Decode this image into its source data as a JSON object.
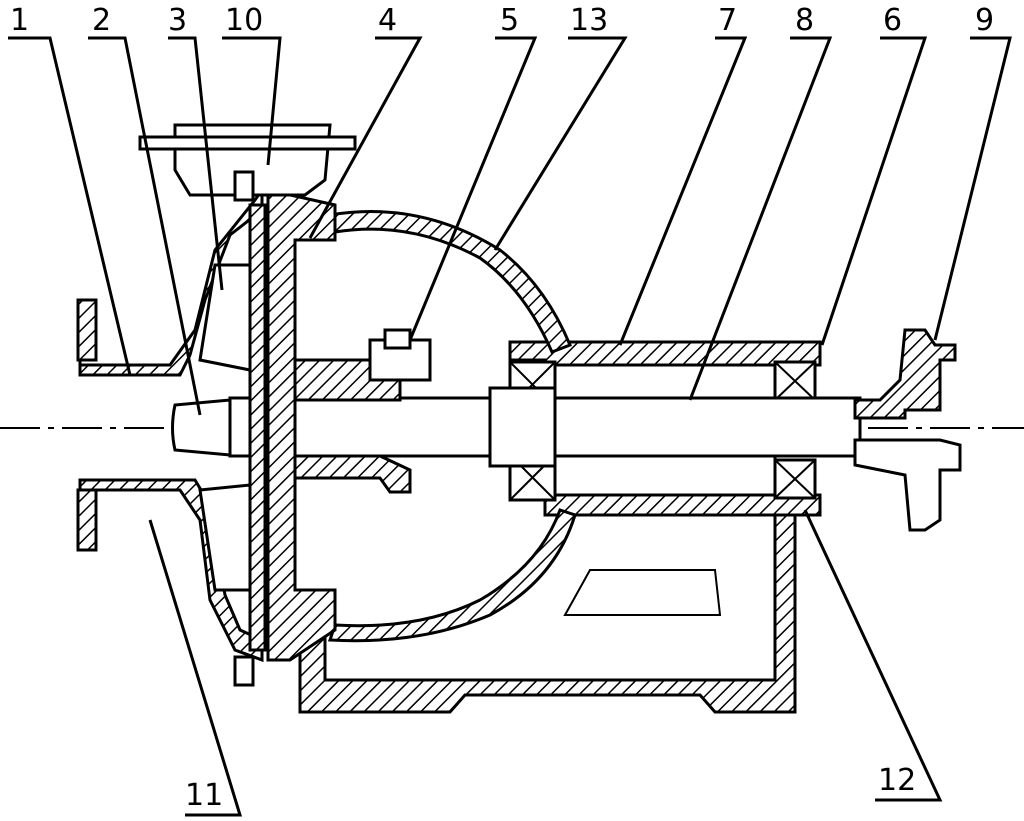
{
  "callouts": [
    {
      "id": "1",
      "label": "1"
    },
    {
      "id": "2",
      "label": "2"
    },
    {
      "id": "3",
      "label": "3"
    },
    {
      "id": "10",
      "label": "10"
    },
    {
      "id": "4",
      "label": "4"
    },
    {
      "id": "5",
      "label": "5"
    },
    {
      "id": "13",
      "label": "13"
    },
    {
      "id": "7",
      "label": "7"
    },
    {
      "id": "8",
      "label": "8"
    },
    {
      "id": "6",
      "label": "6"
    },
    {
      "id": "9",
      "label": "9"
    },
    {
      "id": "11",
      "label": "11"
    },
    {
      "id": "12",
      "label": "12"
    }
  ]
}
